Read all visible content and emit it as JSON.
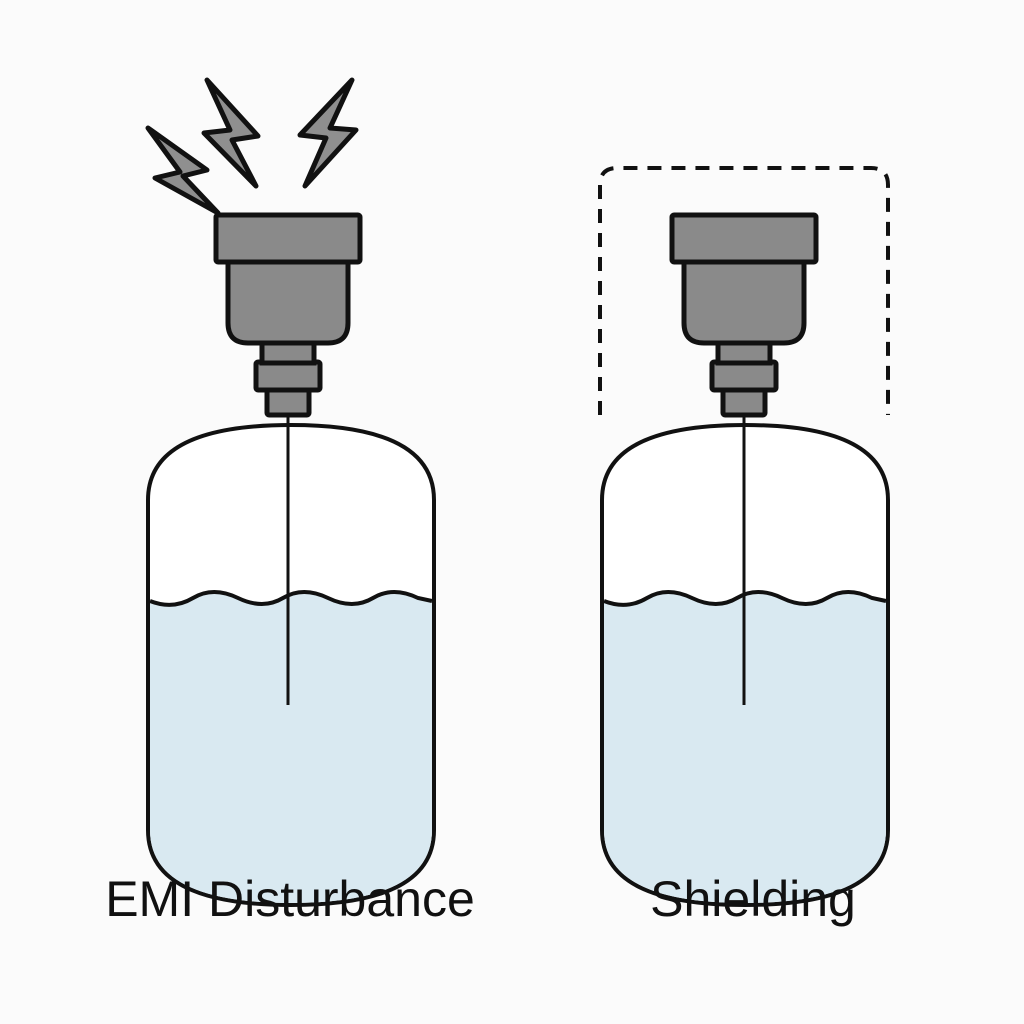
{
  "panels": [
    {
      "label": "EMI Disturbance",
      "icon": "lightning-bolt-icon"
    },
    {
      "label": "Shielding",
      "icon": "dashed-shield-box"
    }
  ],
  "colors": {
    "sensor": "#8a8a8a",
    "water": "#d9e9f1",
    "outline": "#111111",
    "bolt": "#8f8f8f"
  }
}
